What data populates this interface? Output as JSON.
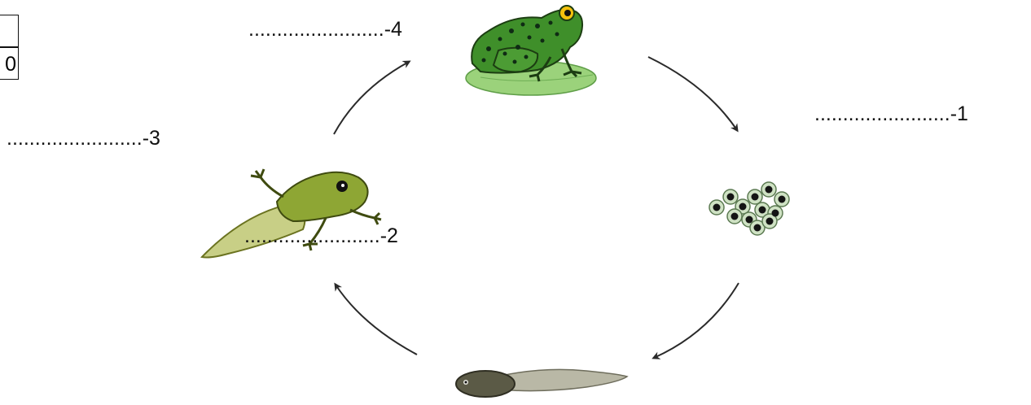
{
  "diagram": {
    "title": "",
    "blanks": [
      {
        "id": "blank-1",
        "text": "........................-1"
      },
      {
        "id": "blank-2",
        "text": "........................-2"
      },
      {
        "id": "blank-3",
        "text": "........................-3"
      },
      {
        "id": "blank-4",
        "text": "........................-4"
      }
    ],
    "stages": [
      {
        "name": "eggs-cluster",
        "icon": "frog-eggs-icon"
      },
      {
        "name": "tadpole",
        "icon": "tadpole-icon"
      },
      {
        "name": "froglet",
        "icon": "froglet-with-tail-icon"
      },
      {
        "name": "adult-frog",
        "icon": "adult-frog-on-lily-pad-icon"
      }
    ],
    "score_box": {
      "top": "",
      "bottom": "0"
    },
    "colors": {
      "frog_green": "#3f8f2a",
      "frog_spots": "#0f2b14",
      "lily_pad": "#9bd27b",
      "froglet_green": "#8ea634",
      "tadpole_body": "#5b5a46",
      "tadpole_tail": "#b9b8a6",
      "arrow": "#2a2a2a"
    }
  }
}
